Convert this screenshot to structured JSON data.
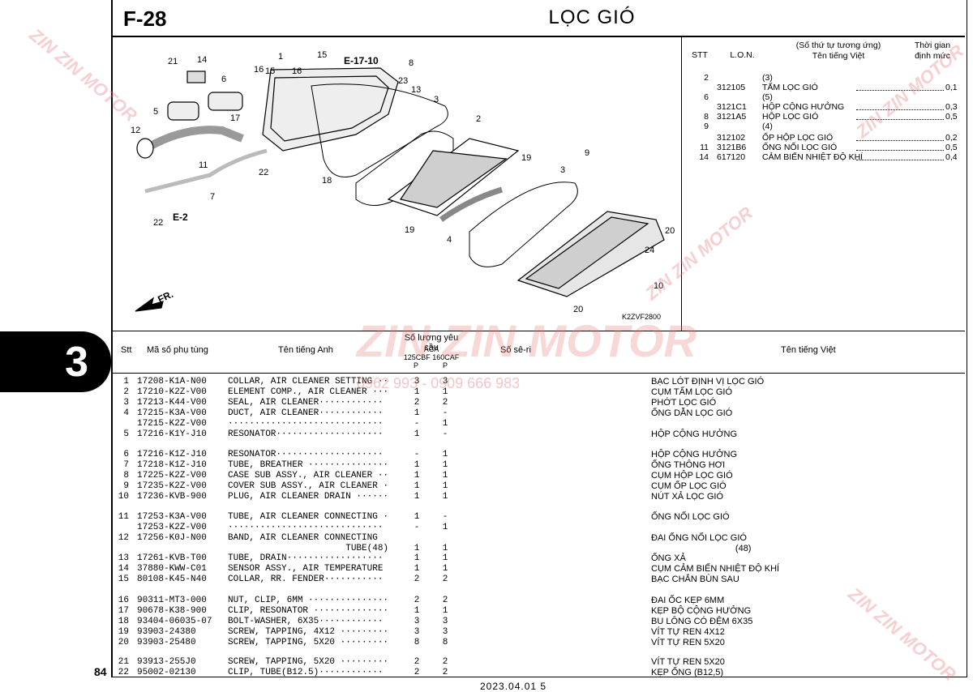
{
  "header": {
    "figure_code": "F-28",
    "title": "LỌC GIÓ"
  },
  "section_tab": "3",
  "page_number": "84",
  "footer": {
    "date": "2023.04.01      5"
  },
  "diagram": {
    "drawing_code": "K2ZVF2800",
    "refs": {
      "e17": "E-17-10",
      "e2": "E-2",
      "fr": "FR."
    },
    "callouts": [
      "21",
      "14",
      "6",
      "5",
      "12",
      "11",
      "16",
      "15",
      "1",
      "15",
      "16",
      "8",
      "23",
      "13",
      "3",
      "17",
      "22",
      "7",
      "22",
      "18",
      "2",
      "19",
      "19",
      "4",
      "9",
      "3",
      "20",
      "24",
      "10",
      "20"
    ]
  },
  "summary": {
    "headers": {
      "stt": "STT",
      "lon": "L.O.N.",
      "desc": "(Số thứ tự tương ứng)\nTên tiếng Việt",
      "time": "Thời gian\nđịnh mức"
    },
    "rows": [
      {
        "stt": "2",
        "lon": "",
        "desc": "(3)",
        "time": ""
      },
      {
        "stt": "",
        "lon": "312105",
        "desc": "TẤM LỌC GIÓ",
        "time": "0,1"
      },
      {
        "stt": "6",
        "lon": "",
        "desc": "(5)",
        "time": ""
      },
      {
        "stt": "",
        "lon": "3121C1",
        "desc": "HỘP CỘNG HƯỞNG",
        "time": "0,3"
      },
      {
        "stt": "8",
        "lon": "3121A5",
        "desc": "HỘP LỌC GIÓ",
        "time": "0,5"
      },
      {
        "stt": "9",
        "lon": "",
        "desc": "(4)",
        "time": ""
      },
      {
        "stt": "",
        "lon": "312102",
        "desc": "ỐP HỘP LỌC GIÓ",
        "time": "0,2"
      },
      {
        "stt": "11",
        "lon": "3121B6",
        "desc": "ỐNG NỐI LỌC GIÓ",
        "time": "0,5"
      },
      {
        "stt": "14",
        "lon": "617120",
        "desc": "CẢM BIẾN NHIỆT ĐỘ KHÍ",
        "time": "0,4"
      }
    ]
  },
  "table": {
    "headers": {
      "stt": "Stt",
      "part_no": "Mã số phụ tùng",
      "name_en": "Tên tiếng Anh",
      "qty": "Số lượng yêu cầu",
      "qty_sub1": "ACA",
      "qty_sub2": "125CBF 160CAF",
      "p1": "P",
      "p2": "P",
      "serial": "Số sê-ri",
      "name_vi": "Tên tiếng Việt"
    },
    "rows": [
      {
        "stt": "1",
        "pn": "17208-K1A-N00",
        "en": "COLLAR, AIR CLEANER SETTING ··",
        "q1": "3",
        "q2": "3",
        "vi": "BẠC LÓT ĐỊNH VỊ LỌC GIÓ"
      },
      {
        "stt": "2",
        "pn": "17210-K2Z-V00",
        "en": "ELEMENT COMP., AIR CLEANER ···",
        "q1": "1",
        "q2": "1",
        "vi": "CỤM TẤM LỌC GIÓ"
      },
      {
        "stt": "3",
        "pn": "17213-K44-V00",
        "en": "SEAL, AIR CLEANER············",
        "q1": "2",
        "q2": "2",
        "vi": "PHỚT LỌC GIÓ"
      },
      {
        "stt": "4",
        "pn": "17215-K3A-V00",
        "en": "DUCT, AIR CLEANER············",
        "q1": "1",
        "q2": "-",
        "vi": "ỐNG DẪN LỌC GIÓ"
      },
      {
        "stt": "",
        "pn": "17215-K2Z-V00",
        "en": "·····························",
        "q1": "-",
        "q2": "1",
        "vi": ""
      },
      {
        "stt": "5",
        "pn": "17216-K1Y-J10",
        "en": "RESONATOR····················",
        "q1": "1",
        "q2": "-",
        "vi": "HỘP CỘNG HƯỞNG"
      },
      {
        "stt": "6",
        "pn": "17216-K1Z-J10",
        "en": "RESONATOR····················",
        "q1": "-",
        "q2": "1",
        "vi": "HỘP CỘNG HƯỞNG"
      },
      {
        "stt": "7",
        "pn": "17218-K1Z-J10",
        "en": "TUBE, BREATHER ···············",
        "q1": "1",
        "q2": "1",
        "vi": "ỐNG THÔNG HƠI"
      },
      {
        "stt": "8",
        "pn": "17225-K2Z-V00",
        "en": "CASE SUB ASSY., AIR CLEANER ··",
        "q1": "1",
        "q2": "1",
        "vi": "CỤM HỘP LỌC GIÓ"
      },
      {
        "stt": "9",
        "pn": "17235-K2Z-V00",
        "en": "COVER SUB ASSY., AIR CLEANER ·",
        "q1": "1",
        "q2": "1",
        "vi": "CỤM ỐP LỌC GIÓ"
      },
      {
        "stt": "10",
        "pn": "17236-KVB-900",
        "en": "PLUG, AIR CLEANER DRAIN ······",
        "q1": "1",
        "q2": "1",
        "vi": "NÚT XẢ LỌC GIÓ"
      },
      {
        "stt": "11",
        "pn": "17253-K3A-V00",
        "en": "TUBE, AIR CLEANER CONNECTING ·",
        "q1": "1",
        "q2": "-",
        "vi": "ỐNG NỐI LỌC GIÓ"
      },
      {
        "stt": "",
        "pn": "17253-K2Z-V00",
        "en": "·····························",
        "q1": "-",
        "q2": "1",
        "vi": ""
      },
      {
        "stt": "12",
        "pn": "17256-K0J-N00",
        "en": "BAND, AIR CLEANER CONNECTING",
        "q1": "",
        "q2": "",
        "vi": "ĐAI ỐNG NỐI LỌC GIÓ"
      },
      {
        "stt": "",
        "pn": "",
        "en": "                      TUBE(48)",
        "q1": "1",
        "q2": "1",
        "vi": "                                  (48)"
      },
      {
        "stt": "13",
        "pn": "17261-KVB-T00",
        "en": "TUBE, DRAIN··················",
        "q1": "1",
        "q2": "1",
        "vi": "ỐNG XẢ"
      },
      {
        "stt": "14",
        "pn": "37880-KWW-C01",
        "en": "SENSOR ASSY., AIR TEMPERATURE",
        "q1": "1",
        "q2": "1",
        "vi": "CỤM CẢM BIẾN NHIỆT ĐỘ KHÍ"
      },
      {
        "stt": "15",
        "pn": "80108-K45-N40",
        "en": "COLLAR, RR. FENDER···········",
        "q1": "2",
        "q2": "2",
        "vi": "BẠC CHẮN BÙN SAU"
      },
      {
        "stt": "16",
        "pn": "90311-MT3-000",
        "en": "NUT, CLIP, 6MM ···············",
        "q1": "2",
        "q2": "2",
        "vi": "ĐAI ỐC KẸP 6MM"
      },
      {
        "stt": "17",
        "pn": "90678-K38-900",
        "en": "CLIP, RESONATOR ··············",
        "q1": "1",
        "q2": "1",
        "vi": "KẸP BỘ CỘNG HƯỞNG"
      },
      {
        "stt": "18",
        "pn": "93404-06035-07",
        "en": "BOLT-WASHER, 6X35············",
        "q1": "3",
        "q2": "3",
        "vi": "BU LÔNG CÓ ĐỆM 6X35"
      },
      {
        "stt": "19",
        "pn": "93903-24380",
        "en": "SCREW, TAPPING, 4X12 ·········",
        "q1": "3",
        "q2": "3",
        "vi": "VÍT TỰ REN 4X12"
      },
      {
        "stt": "20",
        "pn": "93903-25480",
        "en": "SCREW, TAPPING, 5X20 ·········",
        "q1": "8",
        "q2": "8",
        "vi": "VÍT TỰ REN 5X20"
      },
      {
        "stt": "21",
        "pn": "93913-255J0",
        "en": "SCREW, TAPPING, 5X20 ·········",
        "q1": "2",
        "q2": "2",
        "vi": "VÍT TỰ REN 5X20"
      },
      {
        "stt": "22",
        "pn": "95002-02130",
        "en": "CLIP, TUBE(B12.5)············",
        "q1": "2",
        "q2": "2",
        "vi": "KẸP ỐNG (B12,5)"
      }
    ]
  },
  "watermark": {
    "brand": "ZIN ZIN MOTOR",
    "phone": "0962 993 - 0909 666 983"
  }
}
